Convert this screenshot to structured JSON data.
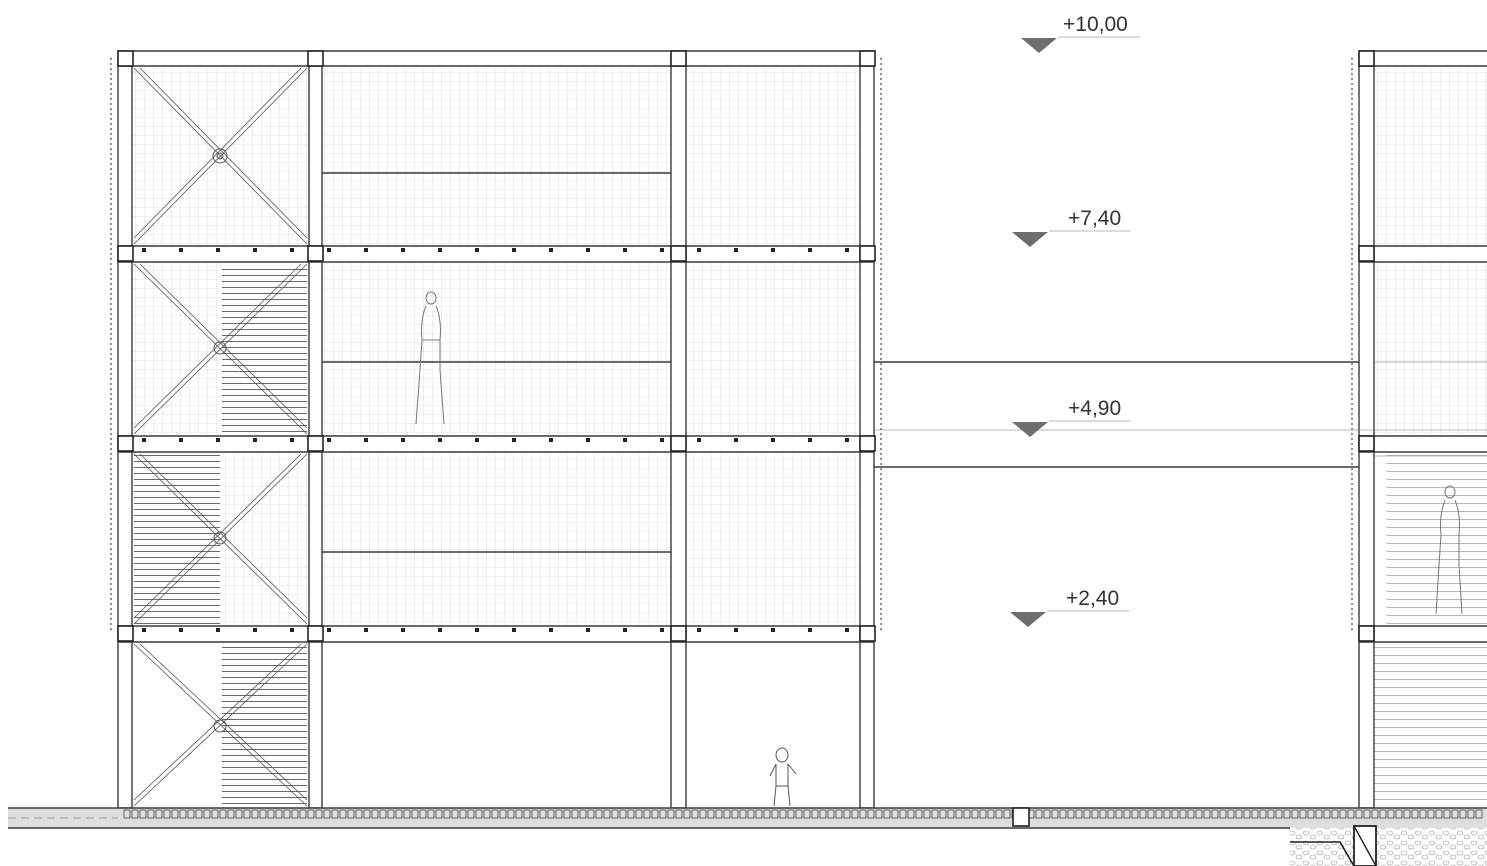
{
  "levels": [
    {
      "label": "+10,00"
    },
    {
      "label": "+7,40"
    },
    {
      "label": "+4,90"
    },
    {
      "label": "+2,40"
    }
  ],
  "colors": {
    "line": "#3a3a3a",
    "grid": "#b8b8b8",
    "ground": "#d9d9d9",
    "marker": "#6e6e6e"
  }
}
